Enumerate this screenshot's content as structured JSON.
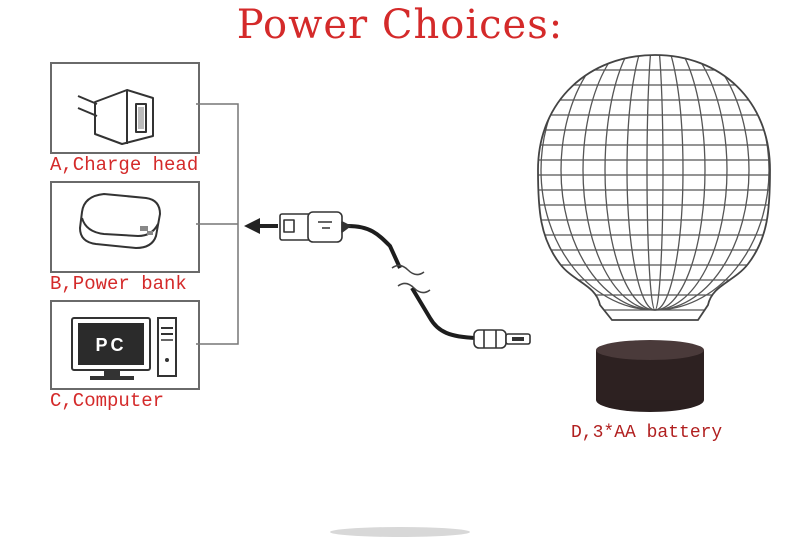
{
  "title": "Power Choices:",
  "options": [
    {
      "label": "A,Charge head"
    },
    {
      "label": "B,Power bank"
    },
    {
      "label": "C,Computer",
      "screen_text": "PC"
    },
    {
      "label": "D,3*AA battery"
    }
  ],
  "colors": {
    "title": "#d42a2a",
    "label": "#d42a2a",
    "line": "#555555",
    "base": "#2d2121"
  },
  "icons": [
    "charger-icon",
    "power-bank-icon",
    "computer-icon",
    "usb-plug-icon",
    "lamp-bulb-icon"
  ]
}
